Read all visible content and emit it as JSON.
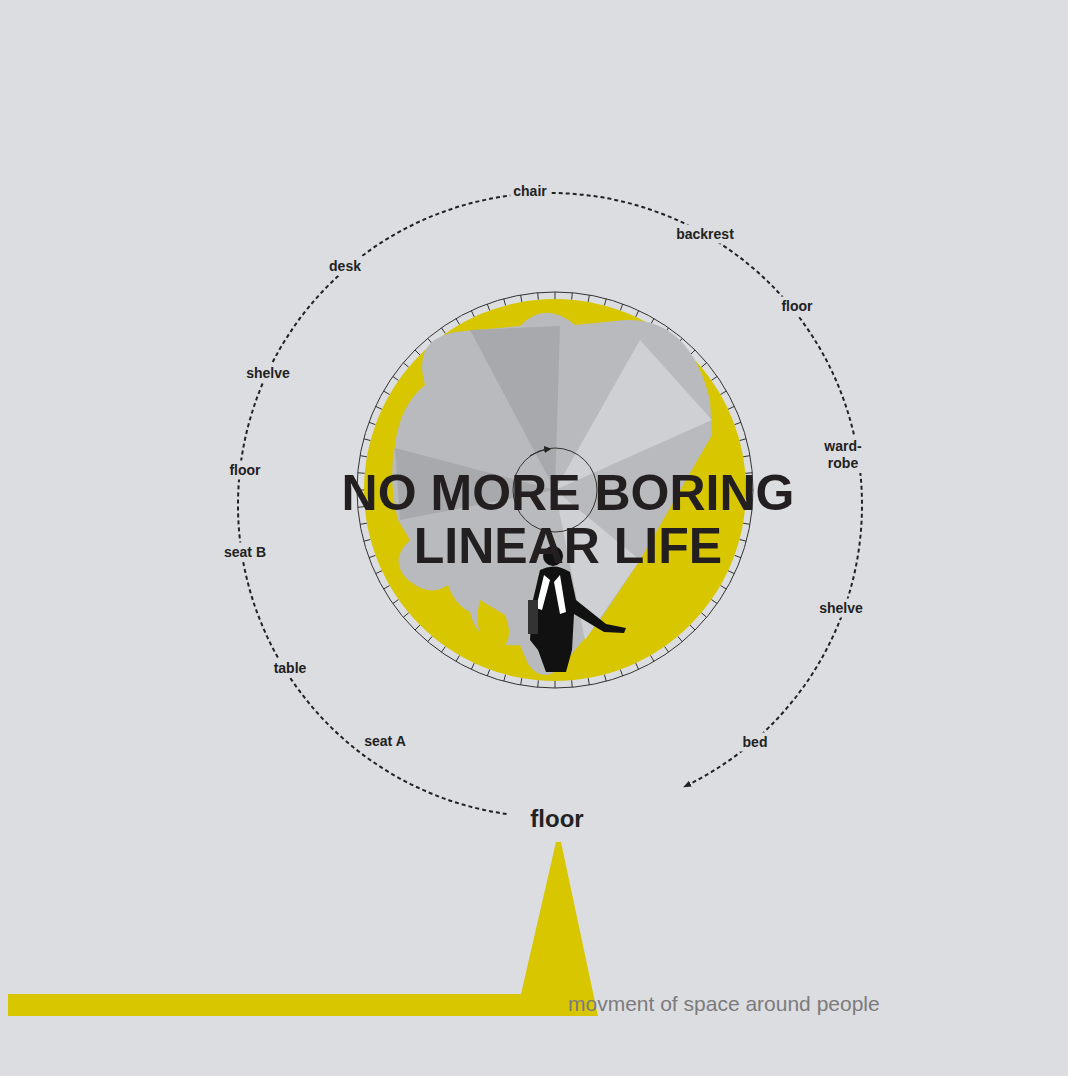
{
  "diagram": {
    "title": "NO MORE BORING LINEAR LIFE",
    "caption": "movment of space around people",
    "labels": [
      "chair",
      "backrest",
      "floor",
      "ward- robe",
      "shelve",
      "bed",
      "floor",
      "seat A",
      "table",
      "seat B",
      "floor",
      "shelve",
      "desk"
    ]
  }
}
